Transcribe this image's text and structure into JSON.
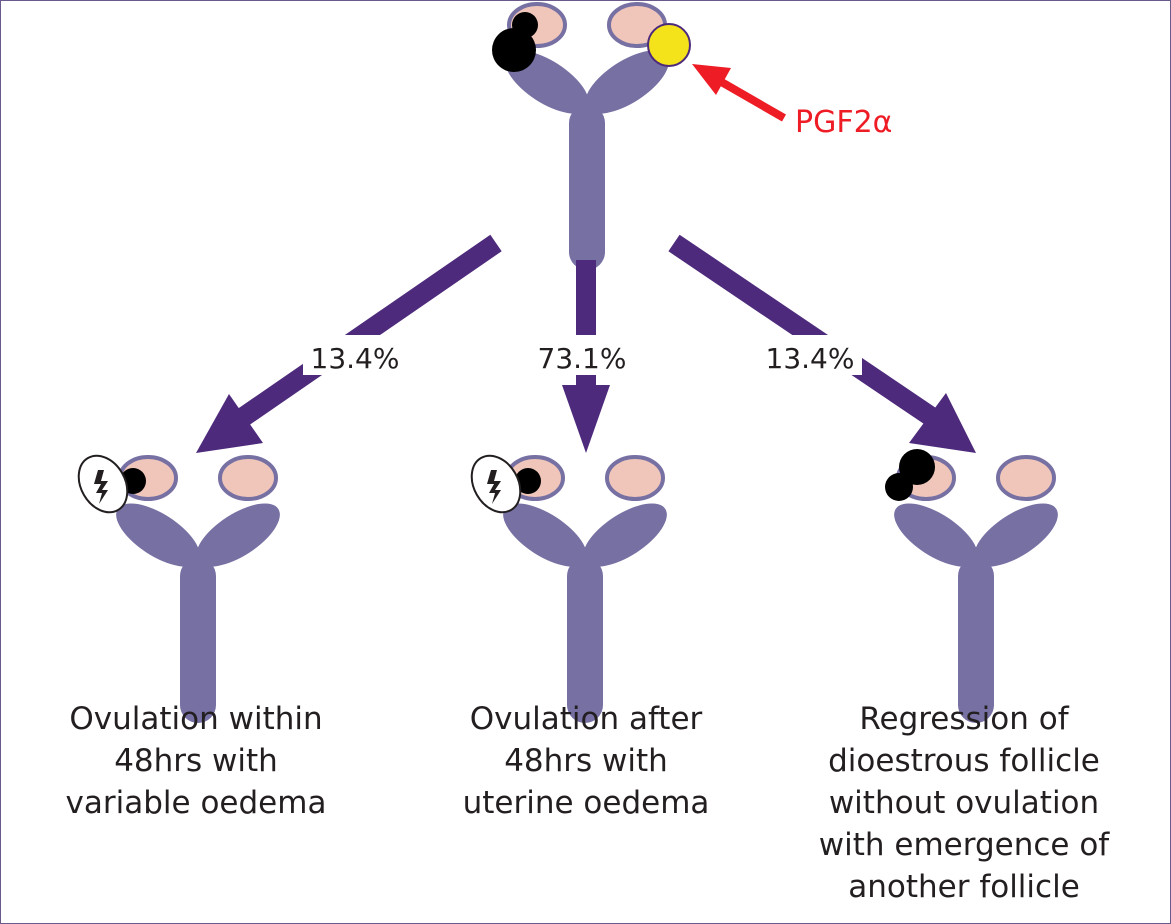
{
  "colors": {
    "uterus": "#7670a3",
    "ovary": "#f0c6ba",
    "follicle": "#000000",
    "cl": "#f4e21a",
    "arrow": "#4d2a7c",
    "pgf": "#ee1c25",
    "text": "#231f20"
  },
  "stimulus": {
    "label": "PGF2α"
  },
  "branches": [
    {
      "percent": "13.4%",
      "outcome_icon": "ovulation-burst-icon",
      "caption": [
        "Ovulation within",
        "48hrs with",
        "variable oedema"
      ]
    },
    {
      "percent": "73.1%",
      "outcome_icon": "ovulation-burst-icon",
      "caption": [
        "Ovulation after",
        "48hrs with",
        "uterine oedema"
      ]
    },
    {
      "percent": "13.4%",
      "outcome_icon": "regressing-follicle-icon",
      "caption": [
        "Regression of",
        "dioestrous follicle",
        "without ovulation",
        "with emergence of",
        "another follicle"
      ]
    }
  ]
}
